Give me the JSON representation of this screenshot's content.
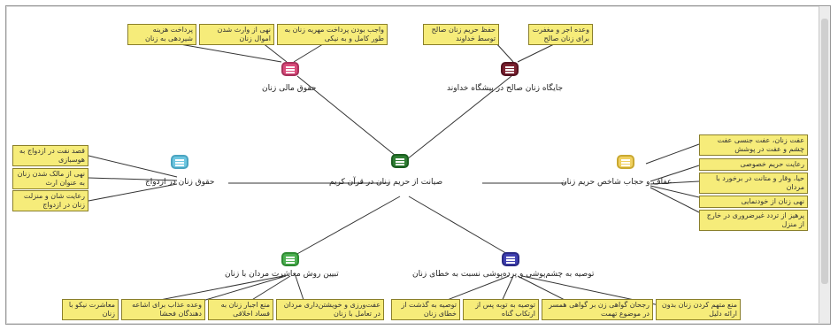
{
  "center": {
    "label": "صیانت از حریم زنان در قرآن کریم",
    "color": "#2e7d32"
  },
  "branches": {
    "financial": {
      "label": "حقوق مالی زنان",
      "color": "#d94a7a",
      "notes": [
        "پرداخت هزینه شیردهی به زنان",
        "نهی از وارث شدن اموال زنان",
        "واجب بودن پرداخت مهریه زنان به طور کامل و به نیکی"
      ]
    },
    "status": {
      "label": "جایگاه زنان صالح در پیشگاه خداوند",
      "color": "#7a1f2e",
      "notes": [
        "حفظ حریم زنان صالح توسط خداوند",
        "وعده اجر و مغفرت برای زنان صالح"
      ]
    },
    "marriage": {
      "label": "حقوق زنان در ازدواج",
      "color": "#6ec6e0",
      "notes": [
        "قصد نفت در ازدواج به هوسبازی",
        "نهی از مالک شدن زنان به عنوان ارث",
        "رعایت شان و منزلت زنان در ازدواج"
      ]
    },
    "chastity": {
      "label": "عفاف و حجاب شاخص حریم زنان",
      "color": "#f0d060",
      "notes": [
        "عفت زنان، عفت جنسی عفت چشم و عفت در پوشش",
        "رعایت حریم خصوصی",
        "حیا، وقار و متانت در برخورد با مردان",
        "نهی زنان از خودنمایی",
        "پرهیز از تردد غیرضروری در خارج از منزل"
      ]
    },
    "conduct": {
      "label": "تبیین روش معاشرت مردان با زنان",
      "color": "#4caf50",
      "notes": [
        "معاشرت نیکو با زنان",
        "وعده عذاب برای اشاعه دهندگان فحشا",
        "منع اجبار زنان به فساد اخلاقی",
        "عفت‌ورزی و خویشتن‌داری مردان در تعامل با زنان"
      ]
    },
    "forgiveness": {
      "label": "توصیه به چشم‌پوشی و پرده‌پوشی نسبت به خطای زنان",
      "color": "#3f3fb0",
      "notes": [
        "توصیه به گذشت از خطای زنان",
        "توصیه به توبه پس از ارتکاب گناه",
        "رجحان گواهی زن بر گواهی همسر در موضوع تهمت",
        "منع متهم کردن زنان بدون ارائه دلیل"
      ]
    }
  }
}
